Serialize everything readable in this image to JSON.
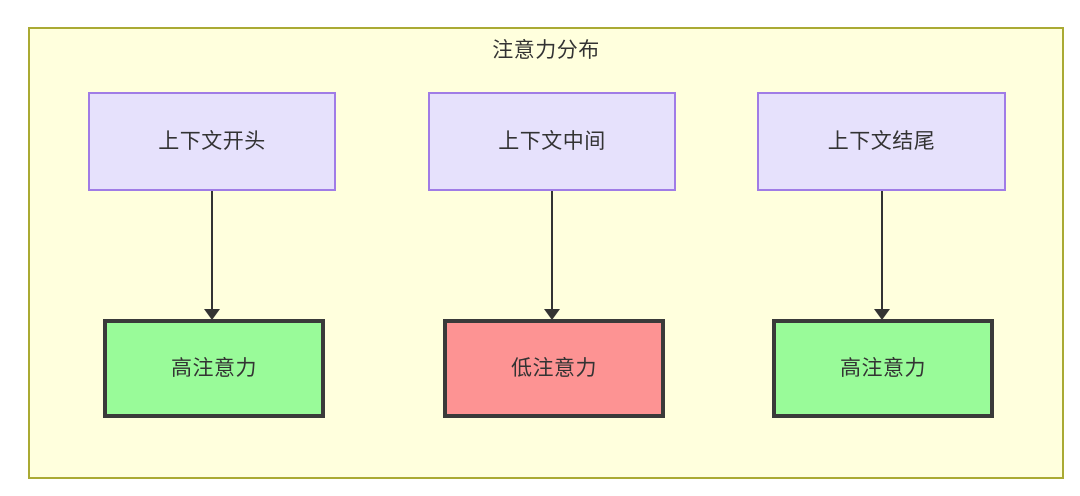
{
  "diagram": {
    "title": "注意力分布",
    "colors": {
      "container_fill": "#ffffdd",
      "container_border": "#aaaa33",
      "context_fill": "#e6e1fc",
      "context_border": "#a07ce6",
      "high_attention_fill": "#99fb99",
      "low_attention_fill": "#fd9393",
      "node_border": "#3a3a3a",
      "edge": "#333333",
      "text": "#333333"
    },
    "context_nodes": [
      {
        "label": "上下文开头"
      },
      {
        "label": "上下文中间"
      },
      {
        "label": "上下文结尾"
      }
    ],
    "attention_nodes": [
      {
        "label": "高注意力",
        "level": "high"
      },
      {
        "label": "低注意力",
        "level": "low"
      },
      {
        "label": "高注意力",
        "level": "high"
      }
    ],
    "edges": [
      {
        "from": "上下文开头",
        "to": "高注意力"
      },
      {
        "from": "上下文中间",
        "to": "低注意力"
      },
      {
        "from": "上下文结尾",
        "to": "高注意力"
      }
    ]
  }
}
